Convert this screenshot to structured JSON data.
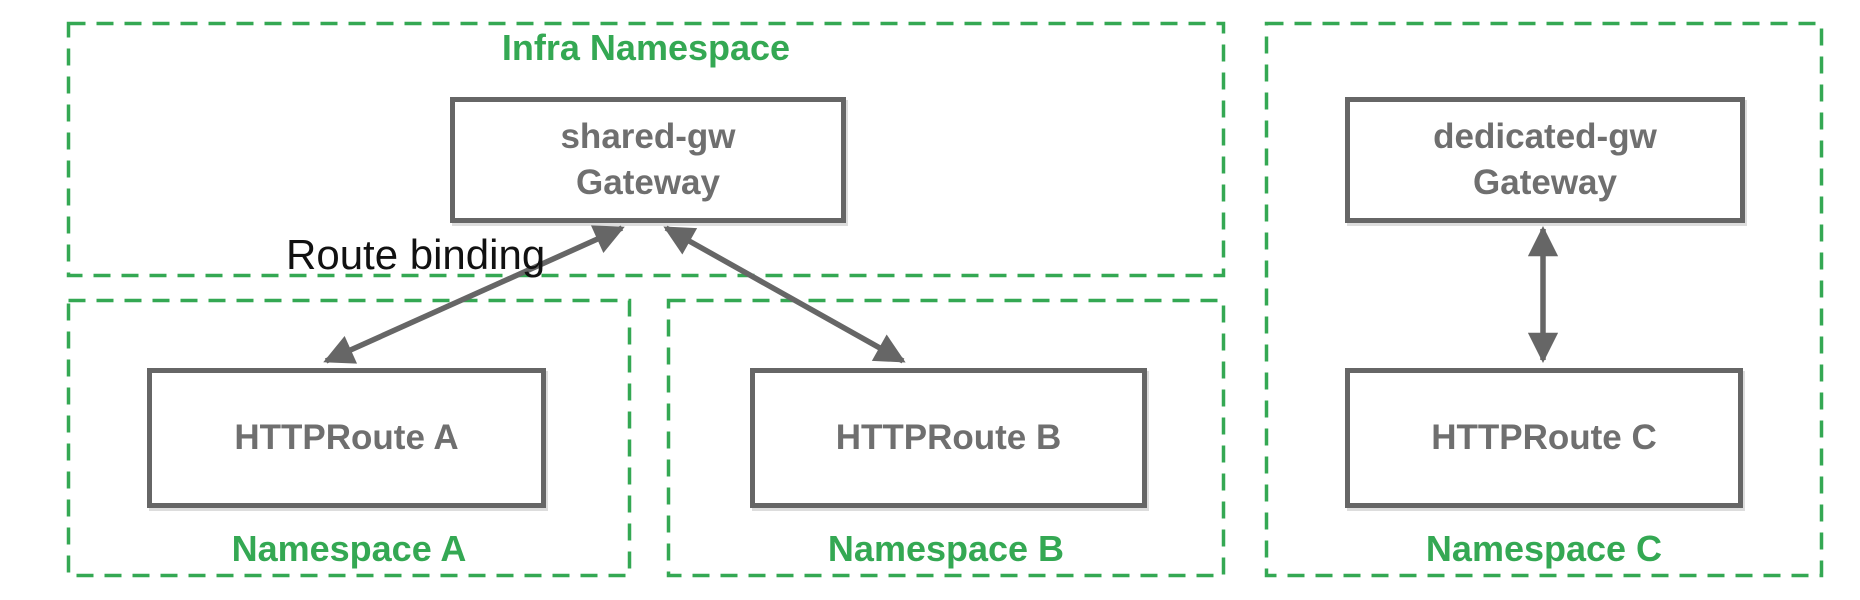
{
  "diagram": {
    "infra_namespace": {
      "label": "Infra Namespace"
    },
    "namespace_a": {
      "label": "Namespace A"
    },
    "namespace_b": {
      "label": "Namespace B"
    },
    "namespace_c": {
      "label": "Namespace C"
    },
    "nodes": {
      "shared_gw": {
        "name": "shared-gw",
        "kind": "Gateway"
      },
      "httproute_a": {
        "label": "HTTPRoute A"
      },
      "httproute_b": {
        "label": "HTTPRoute B"
      },
      "dedicated_gw": {
        "name": "dedicated-gw",
        "kind": "Gateway"
      },
      "httproute_c": {
        "label": "HTTPRoute C"
      }
    },
    "annotations": {
      "route_binding": "Route binding"
    },
    "edges": [
      {
        "from": "HTTPRoute A",
        "to": "shared-gw Gateway",
        "style": "bidirectional-arrow",
        "label": "Route binding"
      },
      {
        "from": "HTTPRoute B",
        "to": "shared-gw Gateway",
        "style": "bidirectional-arrow",
        "label": ""
      },
      {
        "from": "HTTPRoute C",
        "to": "dedicated-gw Gateway",
        "style": "bidirectional-arrow",
        "label": ""
      }
    ],
    "colors": {
      "namespace_green": "#34A853",
      "node_border_gray": "#666666",
      "node_text_gray": "#6F6F6F",
      "annotation_black": "#111111",
      "background": "#FFFFFF"
    }
  }
}
